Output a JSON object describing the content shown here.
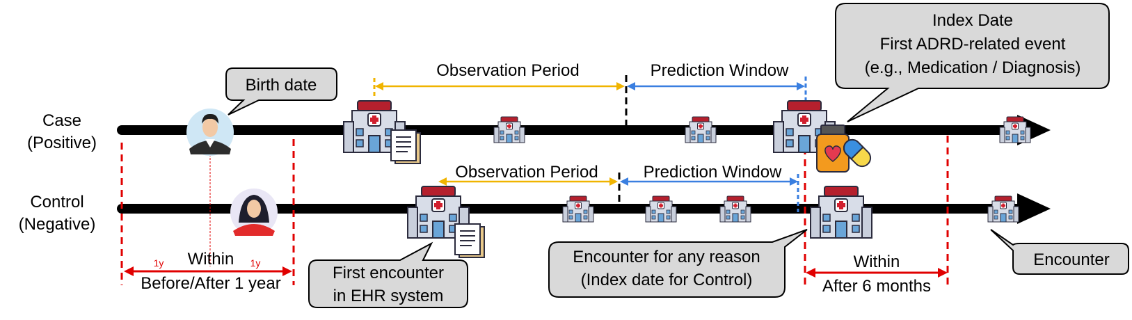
{
  "rows": {
    "case": {
      "line1": "Case",
      "line2": "(Positive)"
    },
    "control": {
      "line1": "Control",
      "line2": "(Negative)"
    }
  },
  "case_timeline": {
    "observation_label": "Observation Period",
    "prediction_label": "Prediction Window"
  },
  "control_timeline": {
    "observation_label": "Observation Period",
    "prediction_label": "Prediction Window"
  },
  "callouts": {
    "birth_date": "Birth date",
    "index_date": {
      "line1": "Index Date",
      "line2": "First ADRD-related event",
      "line3": "(e.g., Medication / Diagnosis)"
    },
    "first_encounter": {
      "line1": "First encounter",
      "line2": "in EHR system"
    },
    "any_reason": {
      "line1": "Encounter for any reason",
      "line2": "(Index date for Control)"
    },
    "encounter": "Encounter"
  },
  "birth_window": {
    "within": "Within",
    "range": "Before/After 1 year",
    "left_tick": "1y",
    "right_tick": "1y"
  },
  "post_window": {
    "within": "Within",
    "range": "After 6 months"
  },
  "colors": {
    "observation": "#f0b400",
    "prediction": "#3a7fe0",
    "window": "#e00000",
    "callout_fill": "#d9d9d9",
    "hospital": "#3b3b5c"
  }
}
